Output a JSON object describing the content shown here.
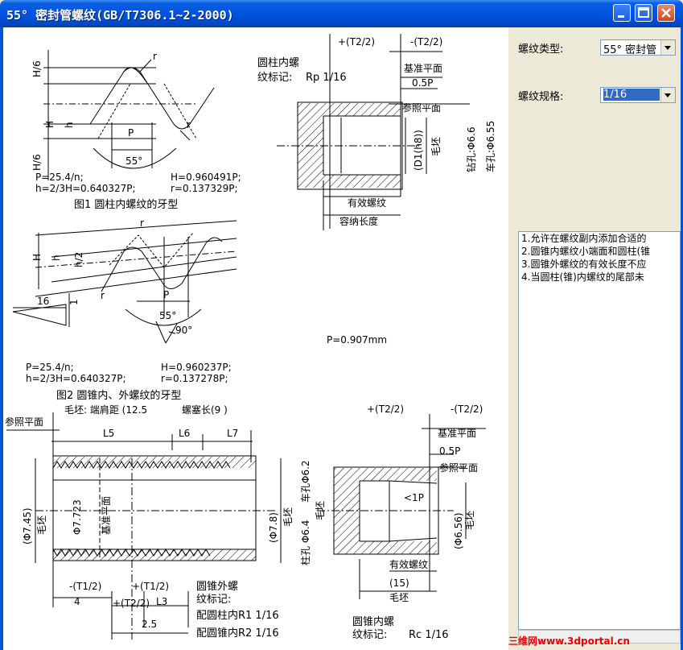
{
  "window": {
    "title": "55° 密封管螺纹(GB/T7306.1~2-2000)",
    "accent": "#0053e1"
  },
  "controls": {
    "thread_type_label": "螺纹类型:",
    "thread_type_value": "55° 密封管",
    "thread_spec_label": "螺纹规格:",
    "thread_spec_value": "1/16"
  },
  "notes": [
    "1.允许在螺纹副内添加合适的",
    "2.圆锥内螺纹小端面和圆柱(锥",
    "3.圆锥外螺纹的有效长度不应",
    "4.当圆柱(锥)内螺纹的尾部未"
  ],
  "fig1": {
    "left": [
      "H/6",
      "H",
      "h",
      "H/6"
    ],
    "top_r": "r",
    "bottom_r": "r",
    "pitch": "P",
    "angle": "55°",
    "p_formula": "P=25.4/n;",
    "h_formula": "h=2/3H=0.640327P;",
    "H_formula": "H=0.960491P;",
    "r_formula": "r=0.137329P;",
    "caption": "图1  圆柱内螺纹的牙型"
  },
  "fig2": {
    "H": "H",
    "h": "h",
    "h2": "h/2",
    "r1": "r",
    "r2": "r",
    "P": "P",
    "angle": "55°",
    "right_angle": "90°",
    "taper_16": "16",
    "taper_1": "1",
    "p_formula": "P=25.4/n;",
    "h_formula": "h=2/3H=0.640327P;",
    "H_formula": "H=0.960237P;",
    "r_formula": "r=0.137278P;",
    "caption": "图2  圆锥内、外螺纹的牙型"
  },
  "pitch_result": "P=0.907mm",
  "top_right": {
    "plus_t": "+(T2/2)",
    "minus_t": "-(T2/2)",
    "ref_plane": "基准平面",
    "half_p": "0.5P",
    "ref_plane2": "参照平面",
    "title1": "圆柱内螺",
    "title2": "纹标记:",
    "mark": "Rp 1/16",
    "d1": "(D1(h8))",
    "blank": "毛坯",
    "drill": "钻孔:Φ6.6",
    "turn": "车孔:Φ6.55",
    "effective": "有效螺纹",
    "length": "容纳长度"
  },
  "bottom_left": {
    "blank_row": "毛坯: 端肩距 (12.5",
    "plug_len": "螺塞长(9 )",
    "ref_plane": "参照平面",
    "l5": "L5",
    "l6": "L6",
    "l7": "L7",
    "dia_left": "(Φ7.45)",
    "blank_v": "毛坯",
    "dia_mid": "Φ7.723",
    "base_v": "基准平面",
    "dia_right": "(Φ7.8)",
    "blank_v2": "毛坯",
    "minus_t1": "-(T1/2)",
    "plus_t1": "+(T1/2)",
    "four": "4",
    "plus_t2": "+(T2/2)",
    "l3": "L3",
    "two_five": "2.5",
    "title1": "圆锥外螺",
    "title2": "纹标记:",
    "pair1": "配圆柱内R1 1/16",
    "pair2": "配圆锥内R2 1/16"
  },
  "bottom_right": {
    "plus_t": "+(T2/2)",
    "minus_t": "-(T2/2)",
    "ref_plane": "基准平面",
    "half_p": "0.5P",
    "ref_plane2": "参照平面",
    "turn": "车孔Φ6.2",
    "blank": "毛坯",
    "col_hole": "柱孔 Φ6.4",
    "lt1p": "<1P",
    "dia": "(Φ6.56)",
    "blank2": "毛坯",
    "effective": "有效螺纹",
    "fifteen": "(15)",
    "blank3": "毛坯",
    "title1": "圆锥内螺",
    "title2": "纹标记:",
    "mark": "Rc 1/16"
  },
  "watermark": "三维网www.3dportal.cn"
}
